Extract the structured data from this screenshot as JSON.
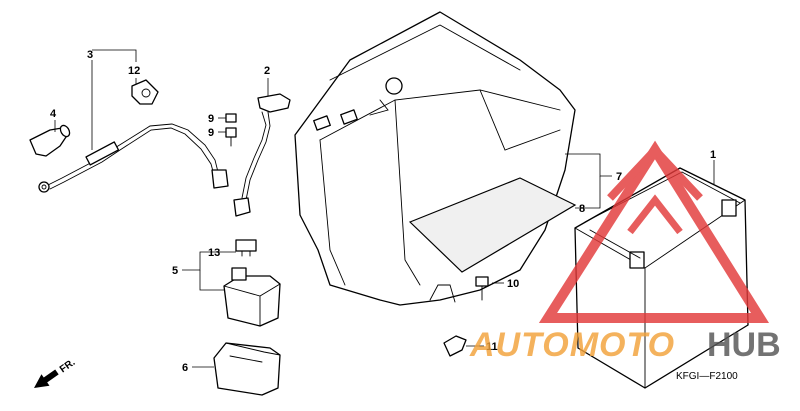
{
  "diagram": {
    "code": "KFGI—F2100",
    "direction_label": "FR.",
    "callouts": {
      "c1": "1",
      "c2": "2",
      "c3": "3",
      "c4": "4",
      "c5": "5",
      "c6": "6",
      "c7": "7",
      "c8": "8",
      "c9a": "9",
      "c9b": "9",
      "c10": "10",
      "c11": "11",
      "c12": "12",
      "c13": "13"
    }
  },
  "watermark": {
    "text_a": "AUTOMOTO",
    "text_b": "HUB",
    "color_red": "#e23a3a",
    "color_orange": "#f2a23a",
    "color_gray": "#555555"
  }
}
